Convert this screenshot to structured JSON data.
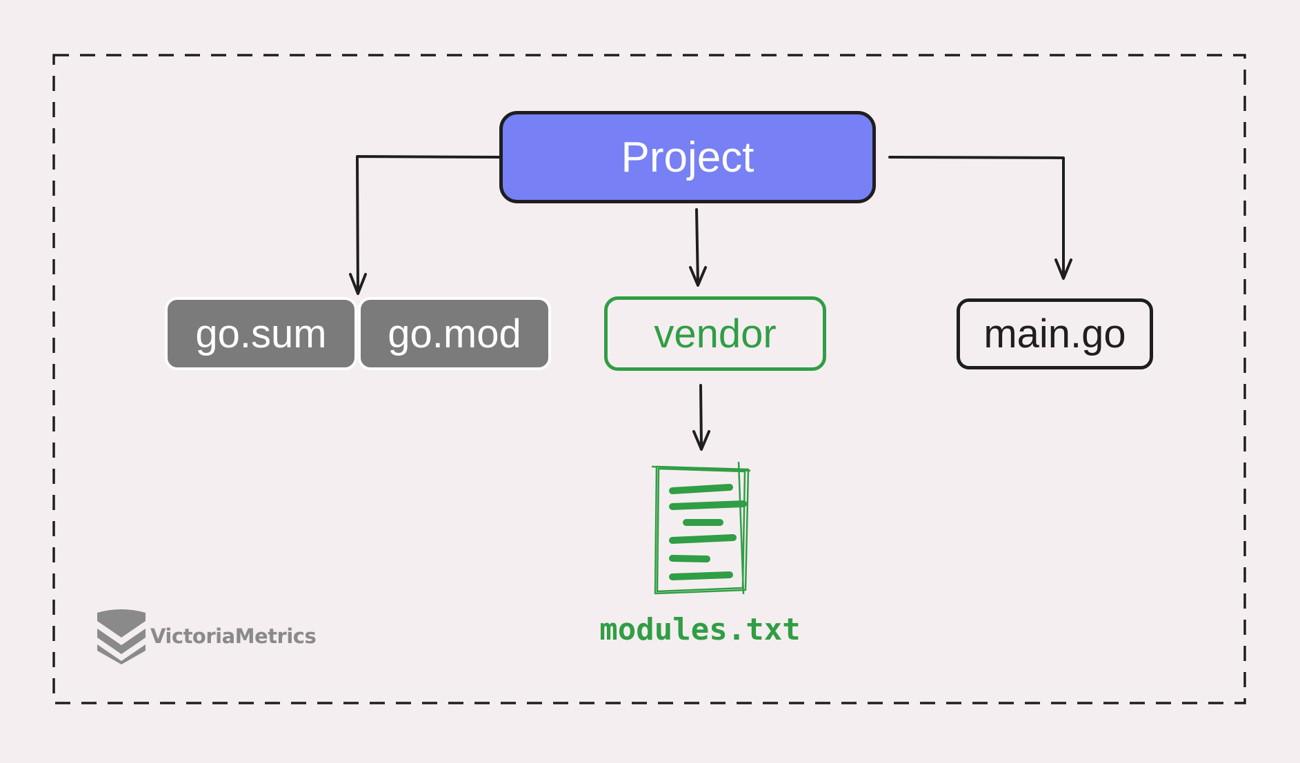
{
  "diagram": {
    "root": {
      "label": "Project",
      "color": "#7780f4"
    },
    "children": [
      {
        "label": "go.sum",
        "color": "#7b7b7b"
      },
      {
        "label": "go.mod",
        "color": "#7b7b7b"
      },
      {
        "label": "vendor",
        "color": "#2f9e44"
      },
      {
        "label": "main.go",
        "color": "#1e1e1e"
      }
    ],
    "file": {
      "label": "modules.txt",
      "icon": "document-icon",
      "color": "#2f9e44"
    }
  },
  "brand": {
    "name": "VictoriaMetrics",
    "icon": "victoriametrics-logo-icon"
  }
}
